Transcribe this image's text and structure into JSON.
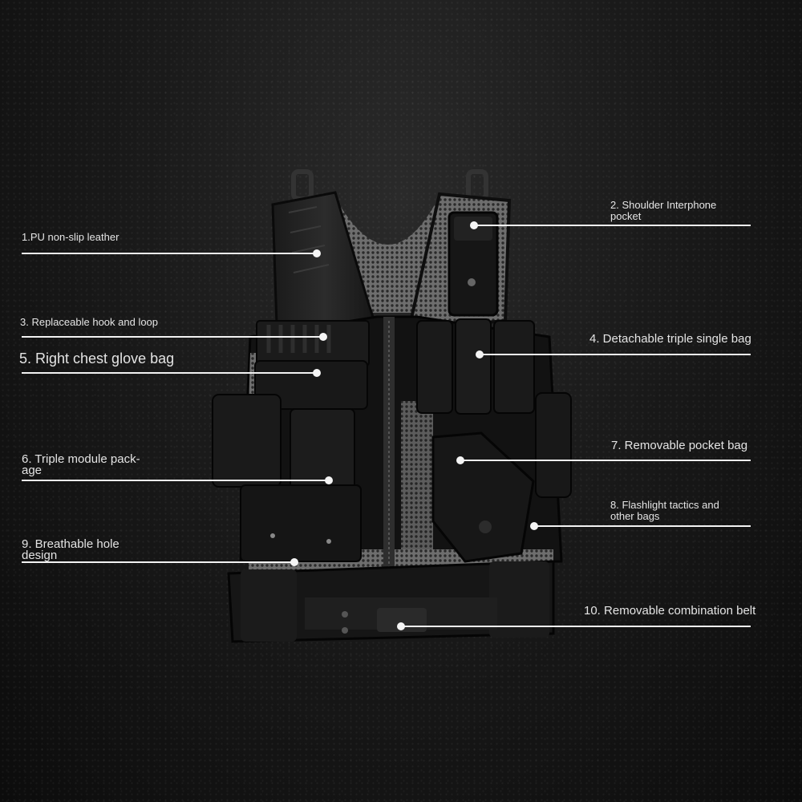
{
  "callouts": [
    {
      "id": 1,
      "text": "1.PU non-slip leather"
    },
    {
      "id": 2,
      "text": "2. Shoulder Interphone\npocket"
    },
    {
      "id": 3,
      "text": "3. Replaceable hook and loop"
    },
    {
      "id": 4,
      "text": "4. Detachable triple single bag"
    },
    {
      "id": 5,
      "text": "5. Right chest glove bag"
    },
    {
      "id": 6,
      "text": "6. Triple module pack-\nage"
    },
    {
      "id": 7,
      "text": "7. Removable pocket bag"
    },
    {
      "id": 8,
      "text": "8. Flashlight tactics and\nother bags"
    },
    {
      "id": 9,
      "text": "9. Breathable hole\ndesign"
    },
    {
      "id": 10,
      "text": "10. Removable combination belt"
    }
  ],
  "colors": {
    "background": "#151515",
    "leader": "#f2f2f2",
    "vest": "#111111",
    "mesh": "#7a7a7a"
  }
}
